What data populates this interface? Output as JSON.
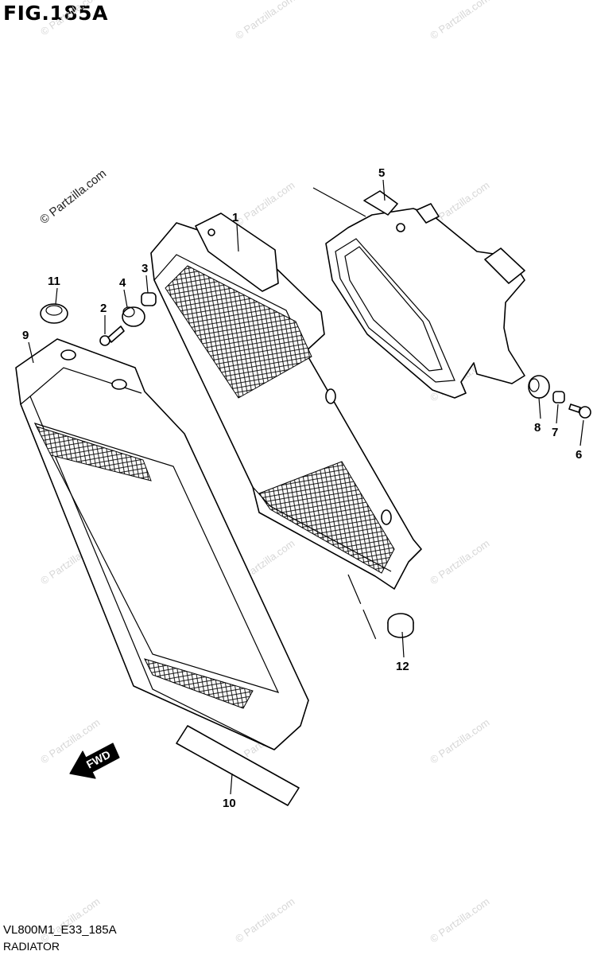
{
  "figure": {
    "title": "FIG.185A",
    "code": "VL800M1_E33_185A",
    "name": "RADIATOR"
  },
  "watermark": {
    "prominent": "© Partzilla.com",
    "repeated": "© Partzilla.com"
  },
  "fwd_label": "FWD",
  "callouts": [
    {
      "id": "c1",
      "label": "1"
    },
    {
      "id": "c2",
      "label": "2"
    },
    {
      "id": "c3",
      "label": "3"
    },
    {
      "id": "c4",
      "label": "4"
    },
    {
      "id": "c5",
      "label": "5"
    },
    {
      "id": "c6",
      "label": "6"
    },
    {
      "id": "c7",
      "label": "7"
    },
    {
      "id": "c8",
      "label": "8"
    },
    {
      "id": "c9",
      "label": "9"
    },
    {
      "id": "c10",
      "label": "10"
    },
    {
      "id": "c11",
      "label": "11"
    },
    {
      "id": "c12",
      "label": "12"
    }
  ],
  "colors": {
    "line": "#000000",
    "watermark": "#d7d7d7",
    "background": "#ffffff"
  }
}
